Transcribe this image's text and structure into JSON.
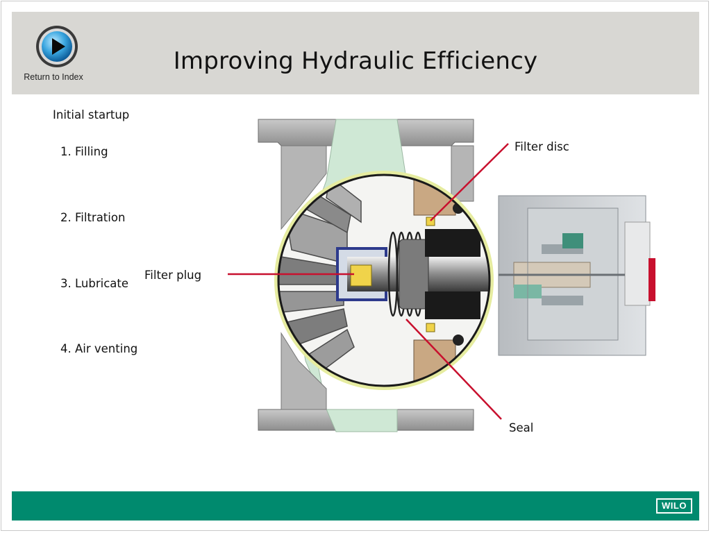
{
  "header": {
    "title": "Improving Hydraulic Efficiency",
    "return_label": "Return to Index"
  },
  "content": {
    "heading": "Initial startup",
    "steps": [
      "1. Filling",
      "2. Filtration",
      "3. Lubricate",
      "4. Air venting"
    ]
  },
  "diagram": {
    "labels": {
      "filter_disc": "Filter disc",
      "filter_plug": "Filter plug",
      "seal": "Seal"
    }
  },
  "footer": {
    "logo_text": "WILO"
  },
  "colors": {
    "header_bg": "#d8d7d3",
    "footer_bg": "#008a6e",
    "callout_line": "#c8102e",
    "lens_ring": "#e6eca0",
    "water_channel": "#cfe8d5"
  },
  "icons": {
    "play": "play-icon"
  }
}
